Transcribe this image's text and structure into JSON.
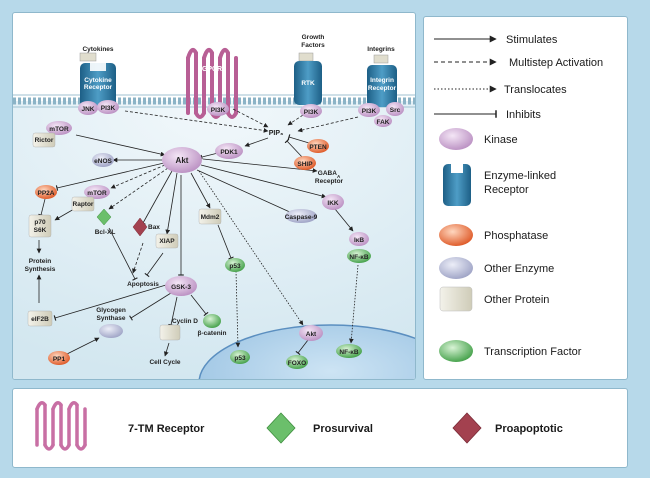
{
  "nodes": {
    "cytokines": "Cytokines",
    "cytokine_receptor": [
      "Cytokine",
      "Receptor"
    ],
    "gpcr": "GPCR",
    "growth_factors": [
      "Growth",
      "Factors"
    ],
    "rtk": "RTK",
    "integrins": "Integrins",
    "integrin_receptor": [
      "Integrin",
      "Receptor"
    ],
    "jnk": "JNK",
    "pi3k": "PI3K",
    "src": "Src",
    "fak": "FAK",
    "pip3": "PIP₃",
    "mtor": "mTOR",
    "rictor": "Rictor",
    "enos": "eNOS",
    "akt": "Akt",
    "pdk1": "PDK1",
    "pten": "PTEN",
    "ship": "SHIP",
    "gabaa": "GABA",
    "gabaa_sub": "A",
    "receptor": "Receptor",
    "pp2a": "PP2A",
    "raptor": "Raptor",
    "bcl_xl": "Bcl-XL",
    "bax": "Bax",
    "mdm2": "Mdm2",
    "p53": "p53",
    "ikk": "IKK",
    "caspase9": "Caspase-9",
    "ikb": "IκB",
    "nfkb": "NF-κB",
    "p70s6k": [
      "p70",
      "S6K"
    ],
    "xiap": "XIAP",
    "protein_synthesis": [
      "Protein",
      "Synthesis"
    ],
    "apoptosis": "Apoptosis",
    "gsk3": "GSK-3",
    "eif2b": "eIF2B",
    "glycogen_synthase": [
      "Glycogen",
      "Synthase"
    ],
    "cyclin_d": "Cyclin D",
    "beta_catenin": "β-catenin",
    "pp1": "PP1",
    "cell_cycle": "Cell Cycle",
    "foxo": "FOXO"
  },
  "legend": {
    "stimulates": "Stimulates",
    "multistep": "Multistep Activation",
    "translocates": "Translocates",
    "inhibits": "Inhibits",
    "kinase": "Kinase",
    "enzyme_receptor": [
      "Enzyme-linked",
      "Receptor"
    ],
    "phosphatase": "Phosphatase",
    "other_enzyme": "Other Enzyme",
    "other_protein": "Other Protein",
    "transcription_factor": "Transcription Factor"
  },
  "bottom": {
    "seven_tm": "7-TM Receptor",
    "prosurvival": "Prosurvival",
    "proapoptotic": "Proapoptotic"
  },
  "colors": {
    "kinase": "#c9a3cf",
    "receptor": "#2f7fa9",
    "phosphatase": "#e2622f",
    "other_enzyme": "#aeb3cf",
    "other_protein": "#dfdccb",
    "transcription_factor": "#5cb85c",
    "gpcr": "#c86fa4",
    "prosurvival": "#6bbf6b",
    "proapoptotic": "#a3414f"
  }
}
